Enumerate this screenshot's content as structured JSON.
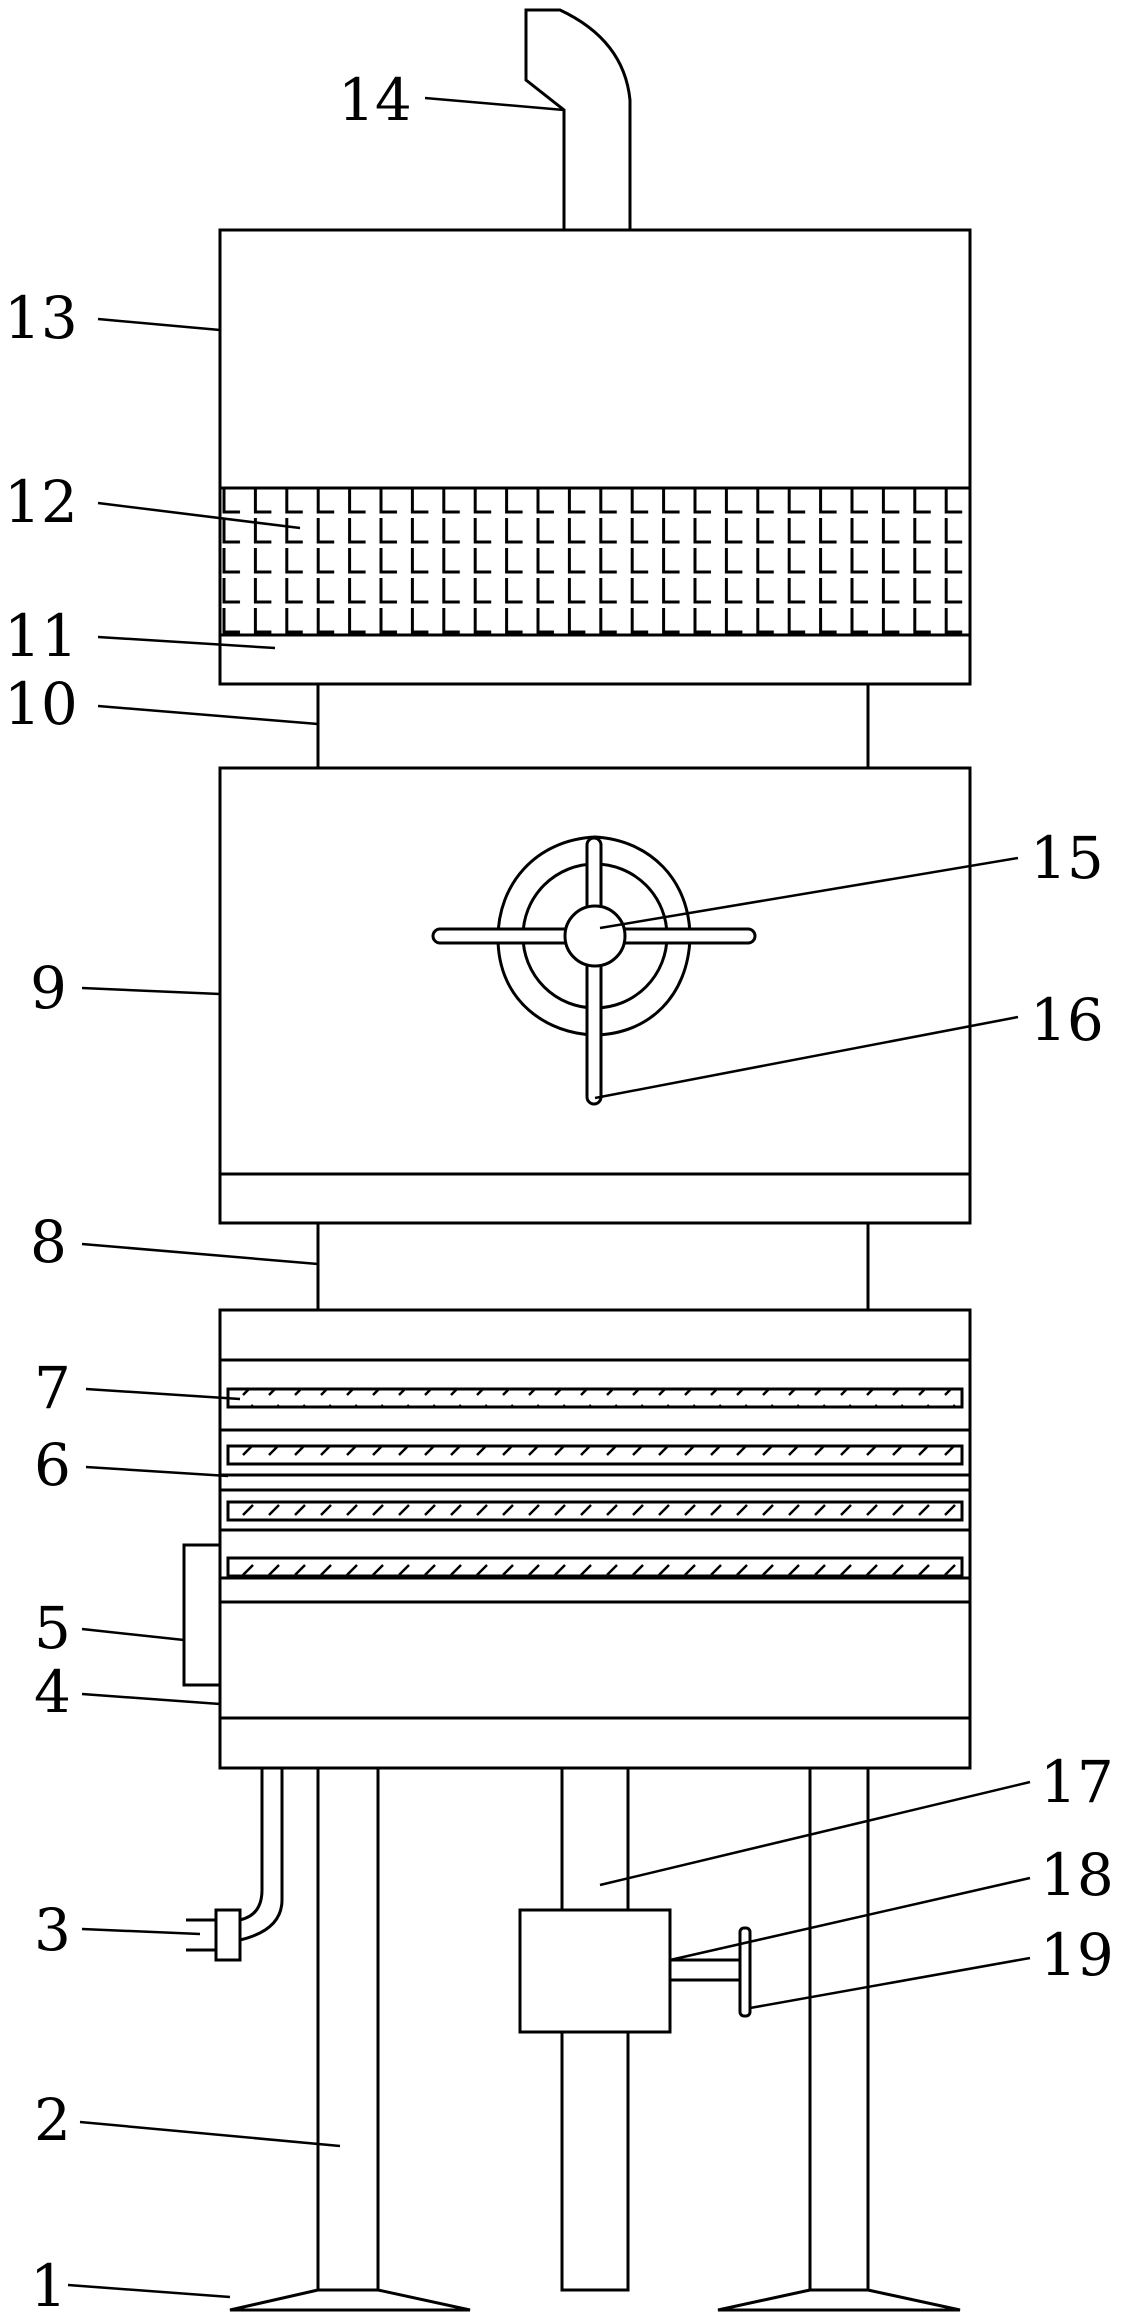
{
  "diagram": {
    "stroke_color": "#000000",
    "background_color": "#ffffff",
    "labels": {
      "l1": "1",
      "l2": "2",
      "l3": "3",
      "l4": "4",
      "l5": "5",
      "l6": "6",
      "l7": "7",
      "l8": "8",
      "l9": "9",
      "l10": "10",
      "l11": "11",
      "l12": "12",
      "l13": "13",
      "l14": "14",
      "l15": "15",
      "l16": "16",
      "l17": "17",
      "l18": "18",
      "l19": "19"
    }
  }
}
